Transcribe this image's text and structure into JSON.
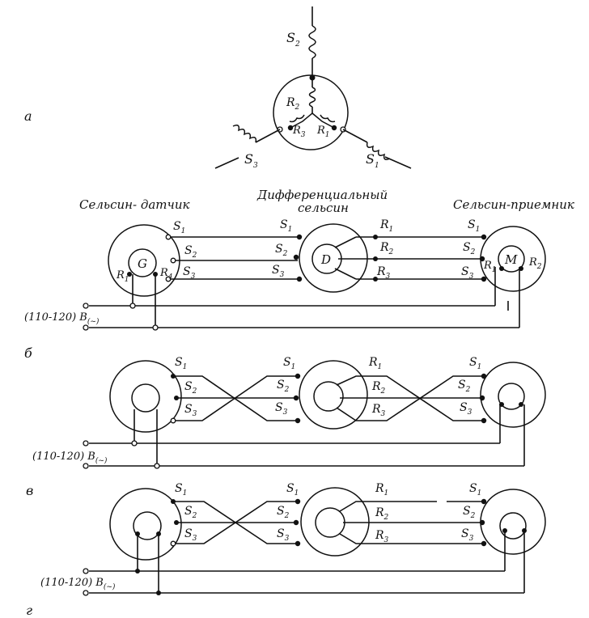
{
  "panel_letters": {
    "a": "а",
    "b": "б",
    "v": "в",
    "g": "г"
  },
  "section_titles": {
    "transmitter": "Сельсин- датчик",
    "differential_line1": "Дифференциальный",
    "differential_line2": "сельсин",
    "receiver": "Сельсин-приемник"
  },
  "supply_label": "(110-120) B",
  "supply_sub": "(~)",
  "rotor_letters": {
    "generator": "G",
    "differential": "D",
    "motor": "M"
  },
  "winding_labels": {
    "S": "S",
    "R": "R",
    "s1": "1",
    "s2": "2",
    "s3": "3",
    "r1": "1",
    "r2": "2",
    "r3": "3",
    "r4": "4"
  }
}
